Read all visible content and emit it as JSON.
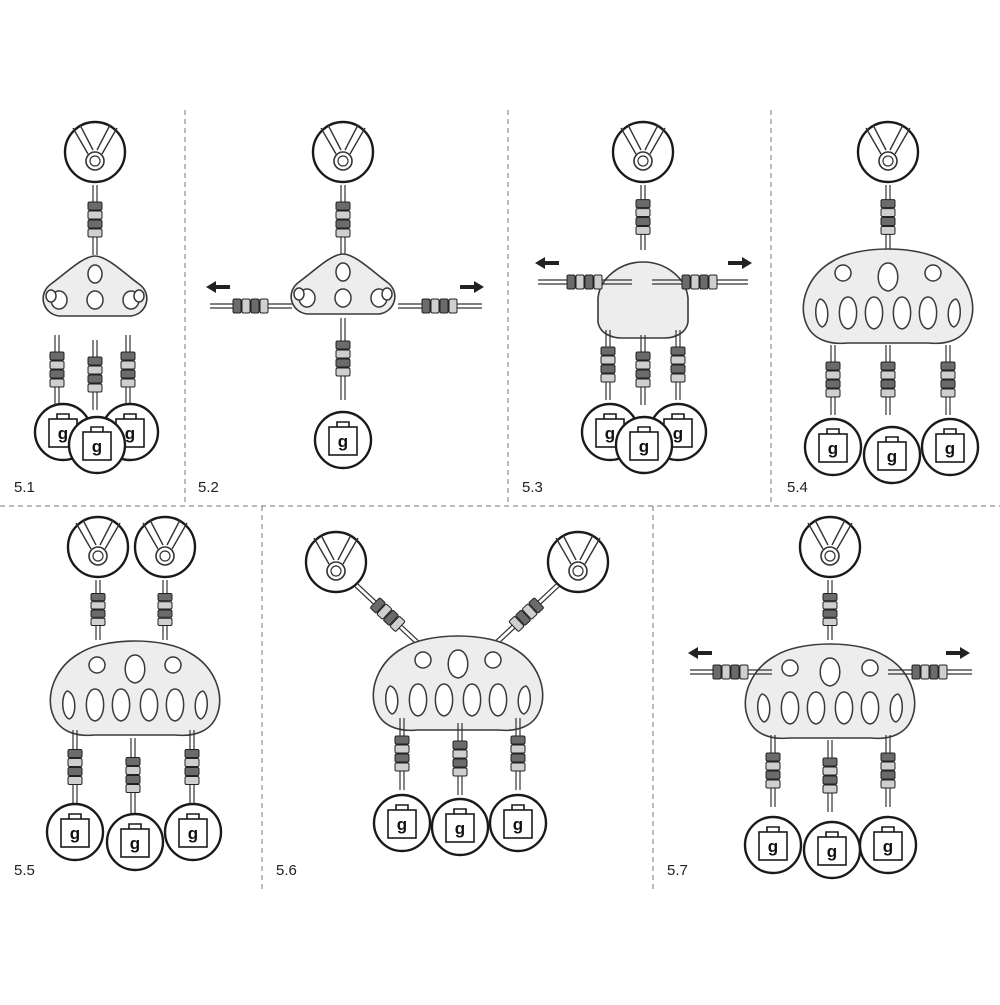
{
  "panels": [
    {
      "id": "5.1",
      "label": "5.1"
    },
    {
      "id": "5.2",
      "label": "5.2"
    },
    {
      "id": "5.3",
      "label": "5.3"
    },
    {
      "id": "5.4",
      "label": "5.4"
    },
    {
      "id": "5.5",
      "label": "5.5"
    },
    {
      "id": "5.6",
      "label": "5.6"
    },
    {
      "id": "5.7",
      "label": "5.7"
    }
  ],
  "weight_glyph": "g",
  "icons": [
    "anchor-icon",
    "connector-icon",
    "rigging-plate-icon",
    "weight-icon",
    "arrow-left-icon",
    "arrow-right-icon"
  ],
  "colors": {
    "line": "#1a1a1a",
    "plate_fill": "#ededed",
    "connector_dark": "#6b6b6b",
    "connector_light": "#cfcfcf"
  }
}
